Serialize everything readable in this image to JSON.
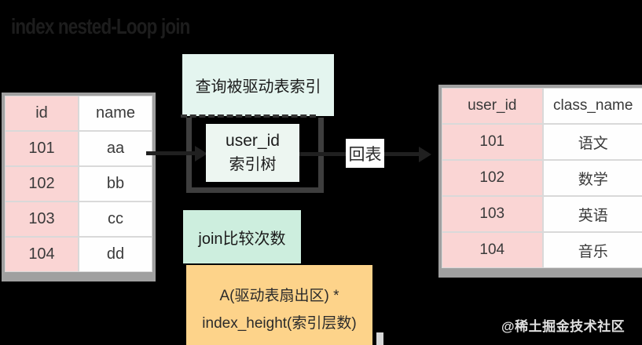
{
  "title": "index nested-Loop join",
  "driving_table": {
    "headers": [
      "id",
      "name"
    ],
    "rows": [
      [
        "101",
        "aa"
      ],
      [
        "102",
        "bb"
      ],
      [
        "103",
        "cc"
      ],
      [
        "104",
        "dd"
      ]
    ]
  },
  "driven_table": {
    "headers": [
      "user_id",
      "class_name"
    ],
    "rows": [
      [
        "101",
        "语文"
      ],
      [
        "102",
        "数学"
      ],
      [
        "103",
        "英语"
      ],
      [
        "104",
        "音乐"
      ]
    ]
  },
  "annotations": {
    "index_query_label": "查询被驱动表索引",
    "index_tree_line1": "user_id",
    "index_tree_line2": "索引树",
    "back_to_table_label": "回表",
    "join_compare_label": "join比较次数",
    "formula_line1": "A(驱动表扇出区) *",
    "formula_line2": "index_height(索引层数)"
  },
  "watermark": "@稀土掘金技术社区",
  "colors": {
    "background": "#000000",
    "cell_pink": "#fad5d4",
    "cell_white": "#fefefe",
    "table_frame_gray": "#a0a0a0",
    "mint_light": "#e4f5ef",
    "mint": "#cdeede",
    "orange": "#fdd38a",
    "dark_border": "#3e3e3e",
    "arrow_dark": "#202020"
  }
}
